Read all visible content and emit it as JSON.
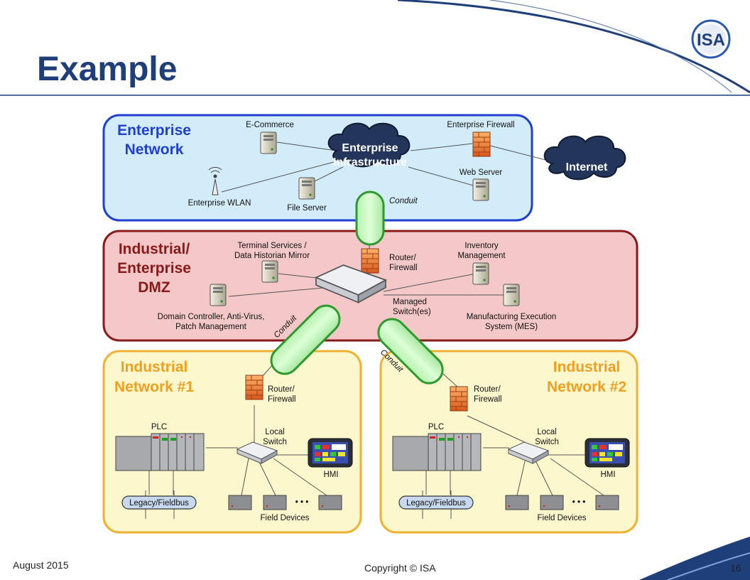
{
  "slide": {
    "title": "Example",
    "footer_date": "August 2015",
    "footer_copyright": "Copyright © ISA",
    "footer_page": "16",
    "logo_text": "ISA"
  },
  "colors": {
    "title": "#1f3f7a",
    "enterprise_zone": "#1f40d0",
    "dmz_zone": "#8a1a1a",
    "industrial_zone": "#f0b030",
    "conduit": "#2e9a2e"
  },
  "zones": {
    "enterprise": {
      "title_line1": "Enterprise",
      "title_line2": "Network"
    },
    "dmz": {
      "title_line1": "Industrial/",
      "title_line2": "Enterprise",
      "title_line3": "DMZ"
    },
    "industrial1": {
      "title_line1": "Industrial",
      "title_line2": "Network #1"
    },
    "industrial2": {
      "title_line1": "Industrial",
      "title_line2": "Network #2"
    }
  },
  "enterprise": {
    "ecommerce": "E-Commerce",
    "firewall": "Enterprise Firewall",
    "web_server": "Web Server",
    "file_server": "File Server",
    "wlan": "Enterprise WLAN",
    "infra_line1": "Enterprise",
    "infra_line2": "Infrastructure",
    "internet": "Internet"
  },
  "dmz": {
    "terminal_line1": "Terminal Services /",
    "terminal_line2": "Data Historian Mirror",
    "router_line1": "Router/",
    "router_line2": "Firewall",
    "inventory_line1": "Inventory",
    "inventory_line2": "Management",
    "switch_line1": "Managed",
    "switch_line2": "Switch(es)",
    "domain_line1": "Domain Controller, Anti-Virus,",
    "domain_line2": "Patch Management",
    "mes_line1": "Manufacturing Execution",
    "mes_line2": "System (MES)"
  },
  "conduit_label": "Conduit",
  "industrial": {
    "router_line1": "Router/",
    "router_line2": "Firewall",
    "plc": "PLC",
    "switch_line1": "Local",
    "switch_line2": "Switch",
    "hmi": "HMI",
    "fieldbus": "Legacy/Fieldbus",
    "field_devices": "Field Devices",
    "ellipsis": "• • •"
  }
}
